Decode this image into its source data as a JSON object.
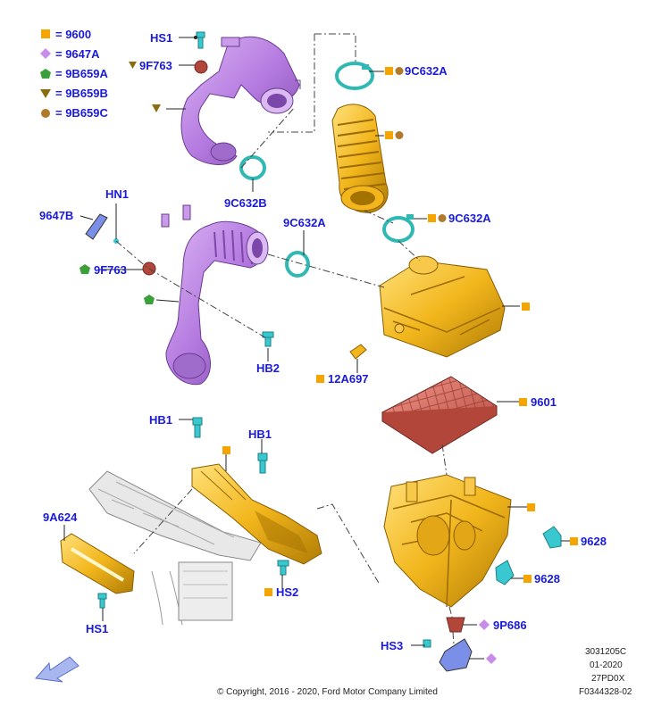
{
  "colors": {
    "label_blue": "#1a1adb",
    "square_orange": "#f5a400",
    "diamond_purple": "#c78de8",
    "pentagon_green": "#3aa03a",
    "triangle_olive": "#8a6d10",
    "circle_brown": "#b07a2a",
    "part_purple": "#b57be0",
    "part_yellow": "#f2b61c",
    "part_cyan": "#39c8d0",
    "part_red": "#d9665a",
    "clamp_teal": "#30b9b4"
  },
  "legend": [
    {
      "symbol": "square",
      "text": "= 9600"
    },
    {
      "symbol": "diamond",
      "text": "= 9647A"
    },
    {
      "symbol": "pentagon",
      "text": "= 9B659A"
    },
    {
      "symbol": "triangle",
      "text": "= 9B659B"
    },
    {
      "symbol": "circle",
      "text": "= 9B659C"
    }
  ],
  "callouts": {
    "hs1_top": "HS1",
    "f763_top": "9F763",
    "c632a_1": "9C632A",
    "c632b": "9C632B",
    "c632a_2": "9C632A",
    "hn1": "HN1",
    "a647b": "9647B",
    "c632a_3": "9C632A",
    "f763_mid": "9F763",
    "hb2": "HB2",
    "a697": "12A697",
    "p9601": "9601",
    "hb1_a": "HB1",
    "hb1_b": "HB1",
    "a624": "9A624",
    "hs2": "HS2",
    "hs1_bottom": "HS1",
    "p9628_a": "9628",
    "p9628_b": "9628",
    "p686": "9P686",
    "hs3": "HS3"
  },
  "meta": {
    "line1": "3031205C",
    "line2": "01-2020",
    "line3": "27PD0X",
    "line4": "F0344328-02",
    "copyright": "© Copyright, 2016 - 2020, Ford Motor Company Limited"
  },
  "icons": {
    "front_arrow": "direction-arrow-icon"
  }
}
